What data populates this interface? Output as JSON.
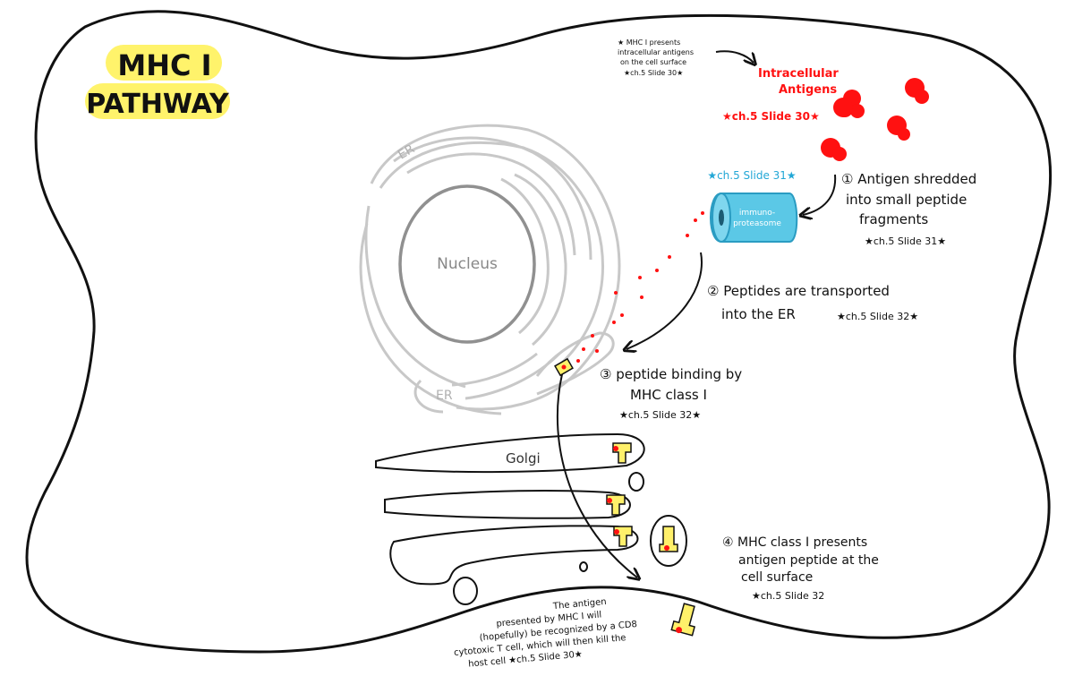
{
  "title": {
    "line1": "MHC I",
    "line2": "PATHWAY"
  },
  "colors": {
    "highlight": "#fff36b",
    "antigen": "#ff1111",
    "proteasome_fill": "#5bc8e6",
    "proteasome_stroke": "#2a9cc2",
    "mhc_yellow": "#fff06a",
    "organelle_gray": "#c8c8c8",
    "ink": "#111111"
  },
  "labels": {
    "nucleus": "Nucleus",
    "er_top": "ER",
    "er_bottom": "ER",
    "golgi": "Golgi",
    "proteasome": "immuno-\nproteasome",
    "proteasome_ref": "★ch.5 Slide 31★",
    "intracellular_note": [
      "★ MHC I presents",
      "intracellular antigens",
      "on the cell surface",
      "★ch.5 Slide 30★"
    ],
    "intracellular_antigens": [
      "Intracellular",
      "Antigens"
    ],
    "intracellular_ref": "★ch.5 Slide 30★",
    "step1": [
      "① Antigen shredded",
      "into small peptide",
      "fragments"
    ],
    "step1_ref": "★ch.5 Slide 31★",
    "step2": [
      "② Peptides are transported",
      "into the ER"
    ],
    "step2_ref": "★ch.5 Slide 32★",
    "step3": [
      "③ peptide binding by",
      "MHC class I"
    ],
    "step3_ref": "★ch.5 Slide 32★",
    "step4": [
      "④ MHC class I presents",
      "antigen peptide at the",
      "cell surface"
    ],
    "step4_ref": "★ch.5 Slide 32",
    "bottom_note": [
      "The antigen",
      "presented by MHC I will",
      "(hopefully) be recognized by a CD8",
      "cytotoxic T cell, which will then kill the",
      "host cell  ★ch.5 Slide 30★"
    ]
  }
}
